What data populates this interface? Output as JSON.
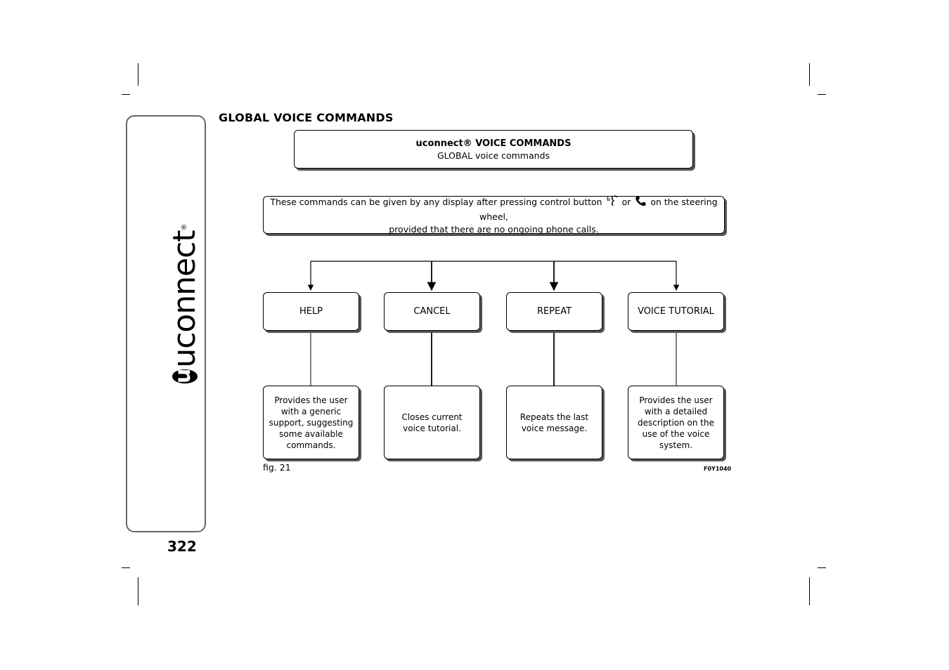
{
  "page": {
    "number": "322",
    "section_title": "GLOBAL VOICE COMMANDS",
    "logo_text": "uconnect"
  },
  "header_box": {
    "title": "uconnect® VOICE COMMANDS",
    "subtitle": "GLOBAL voice commands"
  },
  "info_box": {
    "line1_before": "These commands can be given by any display after pressing control button",
    "line1_or": "or",
    "line1_after": "on the steering wheel,",
    "line2": "provided that there are no ongoing phone calls.",
    "icons": [
      "voice-command-icon",
      "phone-icon"
    ]
  },
  "commands": [
    {
      "label": "HELP",
      "description": "Provides the user with a generic support, suggesting some available commands."
    },
    {
      "label": "CANCEL",
      "description": "Closes current voice tutorial."
    },
    {
      "label": "REPEAT",
      "description": "Repeats the last voice message."
    },
    {
      "label": "VOICE TUTORIAL",
      "description": "Provides the user with a detailed description on the use of the voice system."
    }
  ],
  "figure": {
    "label": "fig. 21",
    "code": "F0Y1040"
  }
}
